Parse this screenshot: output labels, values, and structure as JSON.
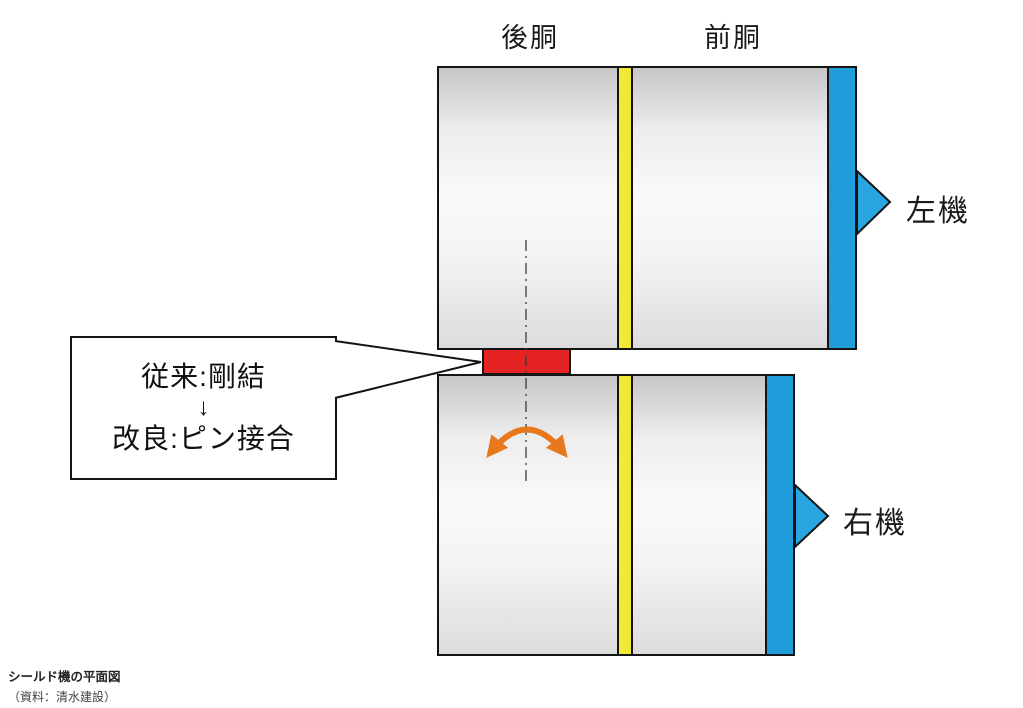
{
  "header_labels": {
    "rear_body": "後胴",
    "front_body": "前胴"
  },
  "machine_labels": {
    "left": "左機",
    "right": "右機"
  },
  "callout": {
    "line1": "従来:剛結",
    "arrow": "↓",
    "line2": "改良:ピン接合"
  },
  "caption": {
    "title": "シールド機の平面図",
    "source": "（資料：清水建設）"
  },
  "colors": {
    "body_gray": "#d9d9d9",
    "divider_yellow": "#f2e936",
    "front_blue": "#1f9cd9",
    "cutter_triangle_blue": "#29a6e2",
    "joint_red": "#e62323",
    "rotation_orange": "#e8781e",
    "outline_black": "#141414"
  }
}
